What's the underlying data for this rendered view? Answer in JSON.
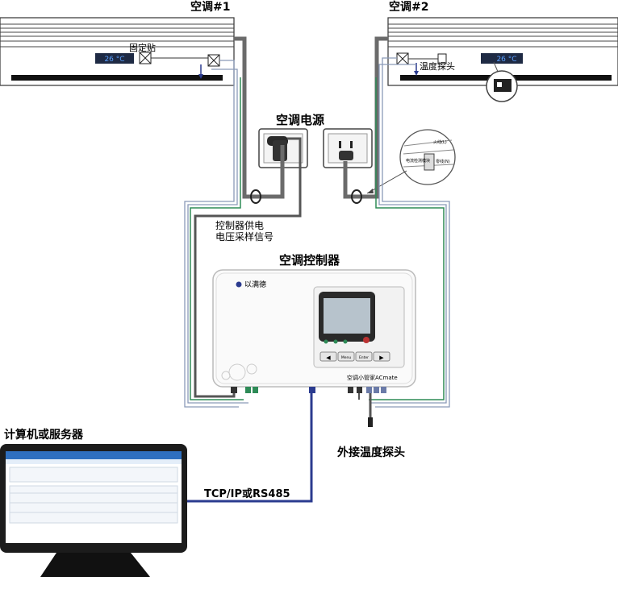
{
  "ac_units": [
    {
      "title": "空调#1",
      "label": "固定贴",
      "display": "26 °C"
    },
    {
      "title": "空调#2",
      "label": "温度探头",
      "display": "26 °C"
    }
  ],
  "power": {
    "title": "空调电源"
  },
  "clamp_inset": {
    "labels": [
      "火线(L)",
      "零线(N)",
      "电流检测模块"
    ]
  },
  "signal_label": {
    "line1": "控制器供电",
    "line2": "电压采样信号"
  },
  "controller": {
    "title": "空调控制器",
    "brand": "以满德",
    "buttons": [
      "◀",
      "Menu",
      "Enter",
      "▶"
    ],
    "product_name": "空调小管家ACmate"
  },
  "external_probe": {
    "label": "外接温度探头"
  },
  "computer": {
    "title": "计算机或服务器",
    "link_label": "TCP/IP或RS485"
  },
  "colors": {
    "dark_wire": "#6b6b6b",
    "blue_wire": "#2b3b8f",
    "green_wire": "#2e8b57",
    "light_wire": "#8a9ab8"
  }
}
